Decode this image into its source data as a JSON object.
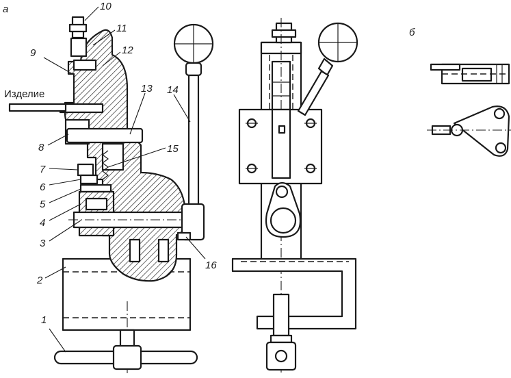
{
  "view_labels": {
    "a": "а",
    "b": "б"
  },
  "workpiece_label": "Изделие",
  "callouts": [
    {
      "id": "1",
      "text": "1"
    },
    {
      "id": "2",
      "text": "2"
    },
    {
      "id": "3",
      "text": "3"
    },
    {
      "id": "4",
      "text": "4"
    },
    {
      "id": "5",
      "text": "5"
    },
    {
      "id": "6",
      "text": "6"
    },
    {
      "id": "7",
      "text": "7"
    },
    {
      "id": "8",
      "text": "8"
    },
    {
      "id": "9",
      "text": "9"
    },
    {
      "id": "10",
      "text": "10"
    },
    {
      "id": "11",
      "text": "11"
    },
    {
      "id": "12",
      "text": "12"
    },
    {
      "id": "13",
      "text": "13"
    },
    {
      "id": "14",
      "text": "14"
    },
    {
      "id": "15",
      "text": "15"
    },
    {
      "id": "16",
      "text": "16"
    }
  ]
}
